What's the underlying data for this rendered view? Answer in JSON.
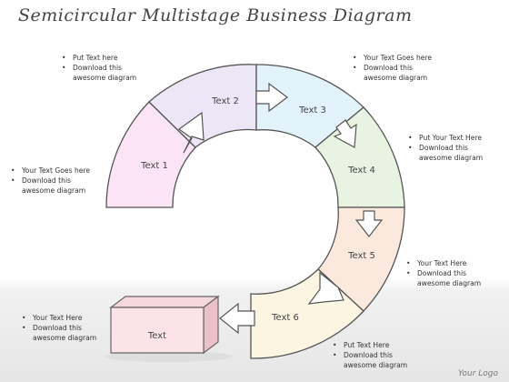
{
  "title": "Semicircular Multistage Business Diagram",
  "segments": [
    {
      "label": "Text 1",
      "color": "#fbe4f6"
    },
    {
      "label": "Text 2",
      "color": "#ece6f6"
    },
    {
      "label": "Text 3",
      "color": "#e3f3fb"
    },
    {
      "label": "Text 4",
      "color": "#e8f3e2"
    },
    {
      "label": "Text 5",
      "color": "#fbe9de"
    },
    {
      "label": "Text 6",
      "color": "#fbf5e2"
    }
  ],
  "box_label": "Text",
  "notes": {
    "top_left": [
      "Put Text here",
      "Download this awesome diagram"
    ],
    "top_right": [
      "Your Text Goes here",
      "Download this awesome diagram"
    ],
    "left": [
      "Your Text Goes here",
      "Download this awesome diagram"
    ],
    "right_upper": [
      "Put Your Text Here",
      "Download this awesome diagram"
    ],
    "right_lower": [
      "Your Text Here",
      "Download this awesome diagram"
    ],
    "bottom_left": [
      "Your Text Here",
      "Download this awesome diagram"
    ],
    "bottom_middle": [
      "Put Text Here",
      "Download this awesome diagram"
    ]
  },
  "logo": "Your Logo"
}
